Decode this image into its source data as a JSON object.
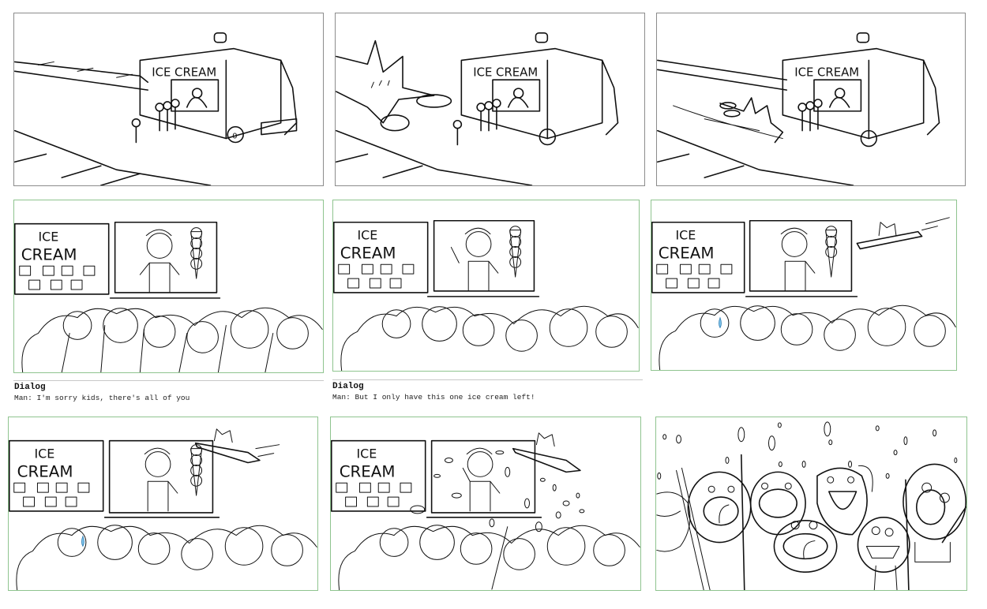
{
  "storyboard": {
    "rows": [
      {
        "panels": [
          {
            "id": 1,
            "border": "#8c8c8c",
            "scene": "ice-cream-truck-street",
            "truck_sign": "ICE CREAM"
          },
          {
            "id": 2,
            "border": "#8c8c8c",
            "scene": "creature-approaching-truck",
            "truck_sign": "ICE CREAM"
          },
          {
            "id": 3,
            "border": "#8c8c8c",
            "scene": "creature-speeding-past-truck",
            "truck_sign": "ICE CREAM"
          }
        ]
      },
      {
        "panels": [
          {
            "id": 4,
            "border": "#8fc48f",
            "scene": "vendor-window-with-crowd",
            "menu_line1": "ICE",
            "menu_line2": "CREAM",
            "dialog": {
              "title": "Dialog",
              "text": "Man: I'm sorry kids, there's all of you"
            }
          },
          {
            "id": 5,
            "border": "#8fc48f",
            "scene": "vendor-waving-hand",
            "menu_line1": "ICE",
            "menu_line2": "CREAM",
            "dialog": {
              "title": "Dialog",
              "text": "Man: But I only have this one ice cream left!"
            }
          },
          {
            "id": 6,
            "border": "#8fc48f",
            "scene": "cat-on-flying-board-appears",
            "menu_line1": "ICE",
            "menu_line2": "CREAM"
          }
        ]
      },
      {
        "panels": [
          {
            "id": 7,
            "border": "#8fc48f",
            "scene": "cat-grabs-ice-cream",
            "menu_line1": "ICE",
            "menu_line2": "CREAM"
          },
          {
            "id": 8,
            "border": "#8fc48f",
            "scene": "ice-cream-scattered",
            "menu_line1": "ICE",
            "menu_line2": "CREAM"
          },
          {
            "id": 9,
            "border": "#8fc48f",
            "scene": "kids-celebrating-raining-ice-cream"
          }
        ]
      }
    ],
    "colors": {
      "gray_border": "#8c8c8c",
      "green_border": "#8fc48f",
      "separator": "#c8c8c8",
      "tear": "#7ec3ea"
    }
  }
}
